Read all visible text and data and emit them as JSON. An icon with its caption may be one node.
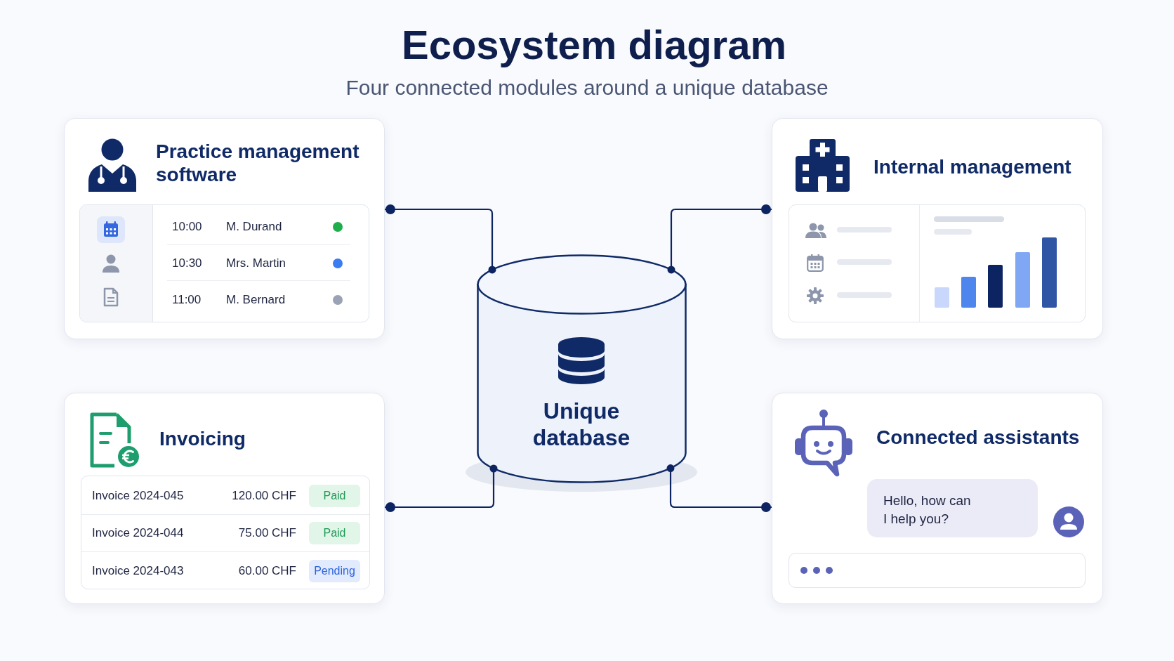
{
  "diagram": {
    "title": "Ecosystem diagram",
    "nodes": [
      {
        "text": [
          "Practice management software"
        ]
      },
      {
        "text": [
          "10:00",
          "M. Durand",
          "10:30",
          "Mrs. Martin",
          "11:00",
          "M. Bernard"
        ],
        "in": 0
      },
      {
        "text": [
          "Internal management"
        ]
      },
      {
        "text": [],
        "shape": "box",
        "in": 2
      },
      {
        "text": [
          "Unique database"
        ]
      },
      {
        "text": [
          "Invoicing"
        ]
      },
      {
        "text": [
          "Invoice 2024-045",
          "120.00 CHF",
          "Invoice 2024-044",
          "75.00 CHF",
          "Invoice 2024-043",
          "60.00 CHF"
        ],
        "in": 5
      },
      {
        "text": [
          "Paid"
        ],
        "in": 6
      },
      {
        "text": [
          "Paid"
        ],
        "in": 6
      },
      {
        "text": [
          "Pending"
        ],
        "in": 6
      },
      {
        "text": [
          "Connected assistants"
        ]
      },
      {
        "text": [
          "Hello, how can I help you?"
        ],
        "in": 10
      }
    ],
    "edges": [
      {
        "from": 0,
        "to": 4,
        "arrow": "other"
      },
      {
        "from": 2,
        "to": 4,
        "arrow": "other"
      },
      {
        "from": 5,
        "to": 4,
        "arrow": "other"
      },
      {
        "from": 10,
        "to": 4,
        "arrow": "other"
      }
    ],
    "labels": [
      "Four connected modules around a unique database"
    ]
  }
}
